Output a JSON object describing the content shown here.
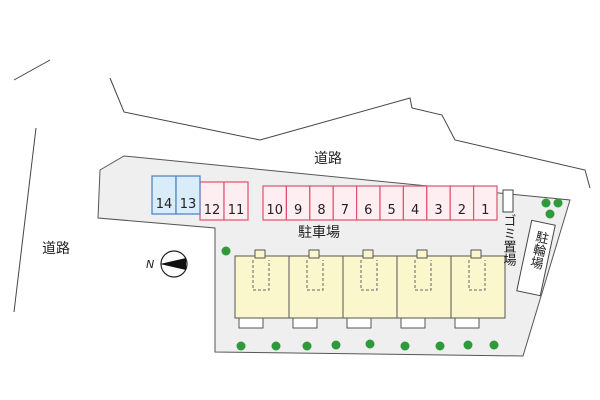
{
  "labels": {
    "road_top": "道路",
    "road_left": "道路",
    "parking": "駐車場",
    "garbage": "ゴミ置場",
    "bicycle": "駐輪場",
    "north": "N"
  },
  "parking_slots": {
    "top_row": [
      "10",
      "9",
      "8",
      "7",
      "6",
      "5",
      "4",
      "3",
      "2",
      "1"
    ],
    "left_pink": [
      "12",
      "11"
    ],
    "left_blue": [
      "14",
      "13"
    ]
  },
  "colors": {
    "slot_pink_stroke": "#e0506a",
    "slot_pink_fill": "#ffeef1",
    "slot_blue_stroke": "#4a7fc0",
    "slot_blue_fill": "#d8ecfa",
    "building_fill": "#fbf7cc",
    "site_fill": "#efefef",
    "tree": "#2e9a3a"
  },
  "building_units": 5,
  "tree_count": 13
}
